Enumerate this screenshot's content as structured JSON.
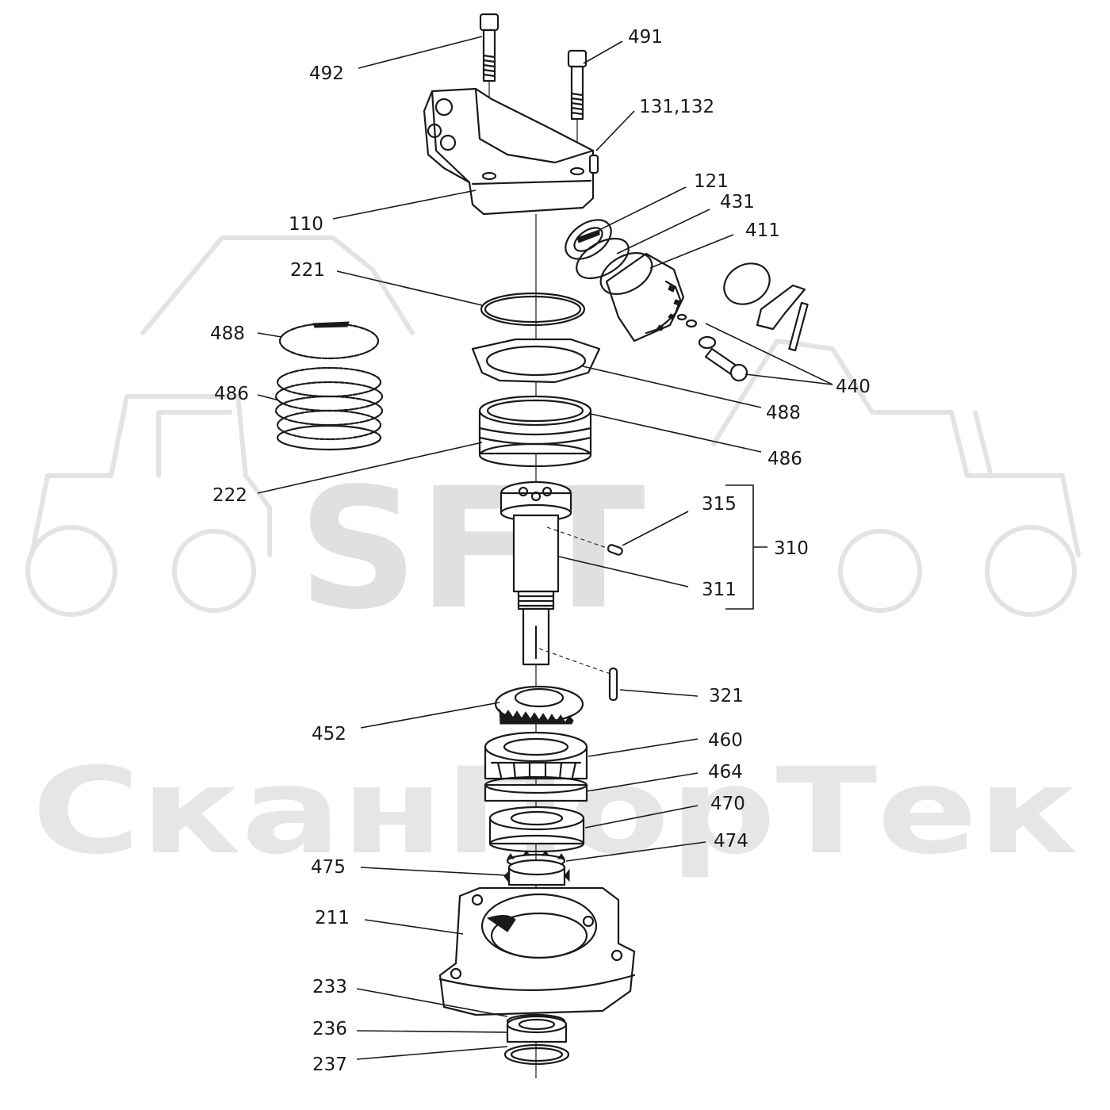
{
  "watermark": {
    "logo_text": "SFT",
    "company_text": "СканПорТек"
  },
  "callouts": [
    {
      "id": "492",
      "text": "492"
    },
    {
      "id": "491",
      "text": "491"
    },
    {
      "id": "131_132",
      "text": "131,132"
    },
    {
      "id": "110",
      "text": "110"
    },
    {
      "id": "121",
      "text": "121"
    },
    {
      "id": "431",
      "text": "431"
    },
    {
      "id": "411",
      "text": "411"
    },
    {
      "id": "221",
      "text": "221"
    },
    {
      "id": "488_left",
      "text": "488"
    },
    {
      "id": "486_left",
      "text": "486"
    },
    {
      "id": "488_right",
      "text": "488"
    },
    {
      "id": "440",
      "text": "440"
    },
    {
      "id": "486_right",
      "text": "486"
    },
    {
      "id": "222",
      "text": "222"
    },
    {
      "id": "315",
      "text": "315"
    },
    {
      "id": "310",
      "text": "310"
    },
    {
      "id": "311",
      "text": "311"
    },
    {
      "id": "321",
      "text": "321"
    },
    {
      "id": "452",
      "text": "452"
    },
    {
      "id": "460",
      "text": "460"
    },
    {
      "id": "464",
      "text": "464"
    },
    {
      "id": "470",
      "text": "470"
    },
    {
      "id": "474",
      "text": "474"
    },
    {
      "id": "475",
      "text": "475"
    },
    {
      "id": "211",
      "text": "211"
    },
    {
      "id": "233",
      "text": "233"
    },
    {
      "id": "236",
      "text": "236"
    },
    {
      "id": "237",
      "text": "237"
    }
  ]
}
